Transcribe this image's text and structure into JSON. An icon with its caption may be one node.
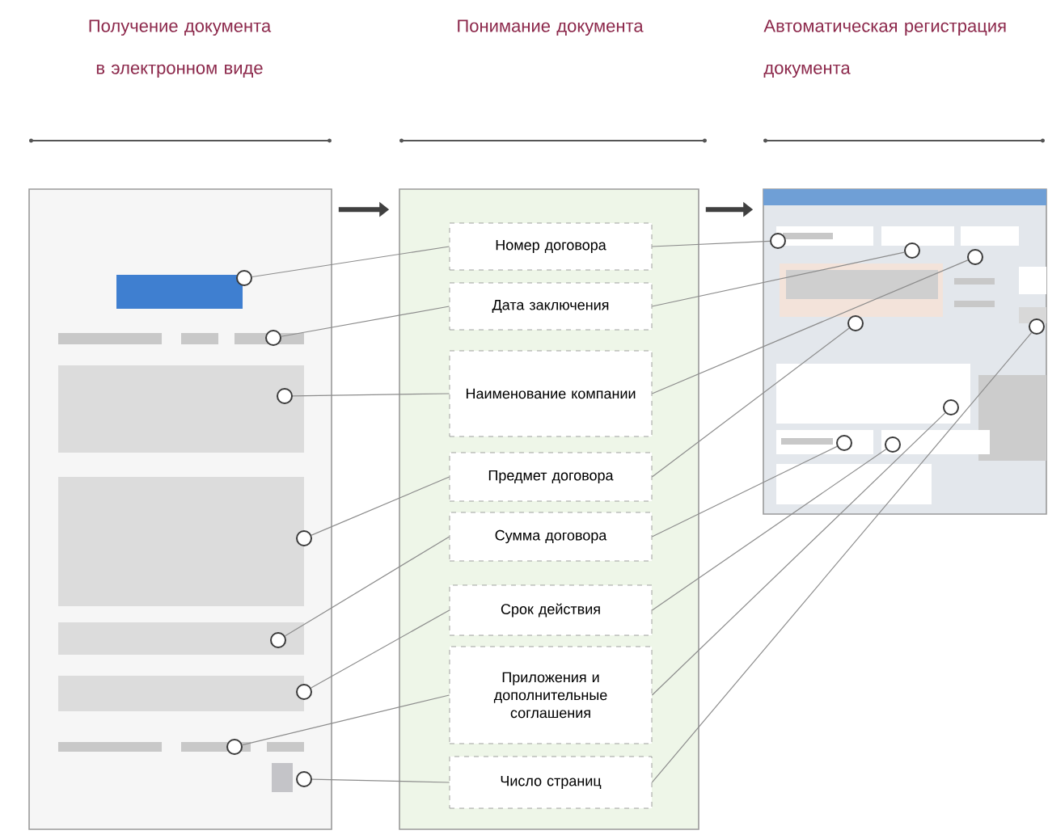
{
  "diagram": {
    "nodes": [
      {
        "text": [],
        "shape": "box"
      },
      {
        "text": [],
        "shape": "circle",
        "in": 0
      },
      {
        "text": [],
        "shape": "circle",
        "in": 0
      },
      {
        "text": [],
        "shape": "circle",
        "in": 0
      },
      {
        "text": [],
        "shape": "circle",
        "in": 0
      },
      {
        "text": [],
        "shape": "circle",
        "in": 0
      },
      {
        "text": [],
        "shape": "circle",
        "in": 0
      },
      {
        "text": [],
        "shape": "circle",
        "in": 0
      },
      {
        "text": [],
        "shape": "circle",
        "in": 0
      },
      {
        "text": [],
        "shape": "box"
      },
      {
        "text": [
          "Номер договора"
        ],
        "in": 9
      },
      {
        "text": [
          "Дата заключения"
        ],
        "in": 9
      },
      {
        "text": [
          "Наименование компании"
        ],
        "in": 9
      },
      {
        "text": [
          "Предмет договора"
        ],
        "in": 9
      },
      {
        "text": [
          "Сумма договора"
        ],
        "in": 9
      },
      {
        "text": [
          "Срок действия"
        ],
        "in": 9
      },
      {
        "text": [
          "Приложения и дополнительные соглашения"
        ],
        "in": 9
      },
      {
        "text": [
          "Число страниц"
        ],
        "in": 9
      },
      {
        "text": [],
        "shape": "box"
      },
      {
        "text": [],
        "shape": "circle",
        "in": 18
      },
      {
        "text": [],
        "shape": "circle",
        "in": 18
      },
      {
        "text": [],
        "shape": "circle",
        "in": 18
      },
      {
        "text": [],
        "shape": "circle",
        "in": 18
      },
      {
        "text": [],
        "shape": "circle",
        "in": 18
      },
      {
        "text": [],
        "shape": "circle",
        "in": 18
      },
      {
        "text": [],
        "shape": "circle",
        "in": 18
      },
      {
        "text": [],
        "shape": "circle",
        "in": 18
      }
    ],
    "edges": [
      {
        "from": 0,
        "to": 9,
        "arrow": "to",
        "style": "thick",
        "color": "#404040"
      },
      {
        "from": 9,
        "to": 18,
        "arrow": "to",
        "style": "thick",
        "color": "#404040"
      },
      {
        "from": 1,
        "to": 10,
        "arrow": "none"
      },
      {
        "from": 2,
        "to": 11,
        "arrow": "none"
      },
      {
        "from": 3,
        "to": 12,
        "arrow": "none"
      },
      {
        "from": 4,
        "to": 13,
        "arrow": "none"
      },
      {
        "from": 5,
        "to": 14,
        "arrow": "none"
      },
      {
        "from": 6,
        "to": 15,
        "arrow": "none"
      },
      {
        "from": 7,
        "to": 16,
        "arrow": "none"
      },
      {
        "from": 8,
        "to": 17,
        "arrow": "none"
      },
      {
        "from": 10,
        "to": 19,
        "arrow": "none"
      },
      {
        "from": 11,
        "to": 20,
        "arrow": "none"
      },
      {
        "from": 12,
        "to": 21,
        "arrow": "none"
      },
      {
        "from": 13,
        "to": 22,
        "arrow": "none"
      },
      {
        "from": 14,
        "to": 25,
        "arrow": "none"
      },
      {
        "from": 15,
        "to": 26,
        "arrow": "none"
      },
      {
        "from": 16,
        "to": 24,
        "arrow": "none"
      },
      {
        "from": 17,
        "to": 23,
        "arrow": "none"
      }
    ],
    "labels": [
      "Получение документа в электронном виде",
      "Понимание документа",
      "Автоматическая регистрация документа"
    ]
  }
}
